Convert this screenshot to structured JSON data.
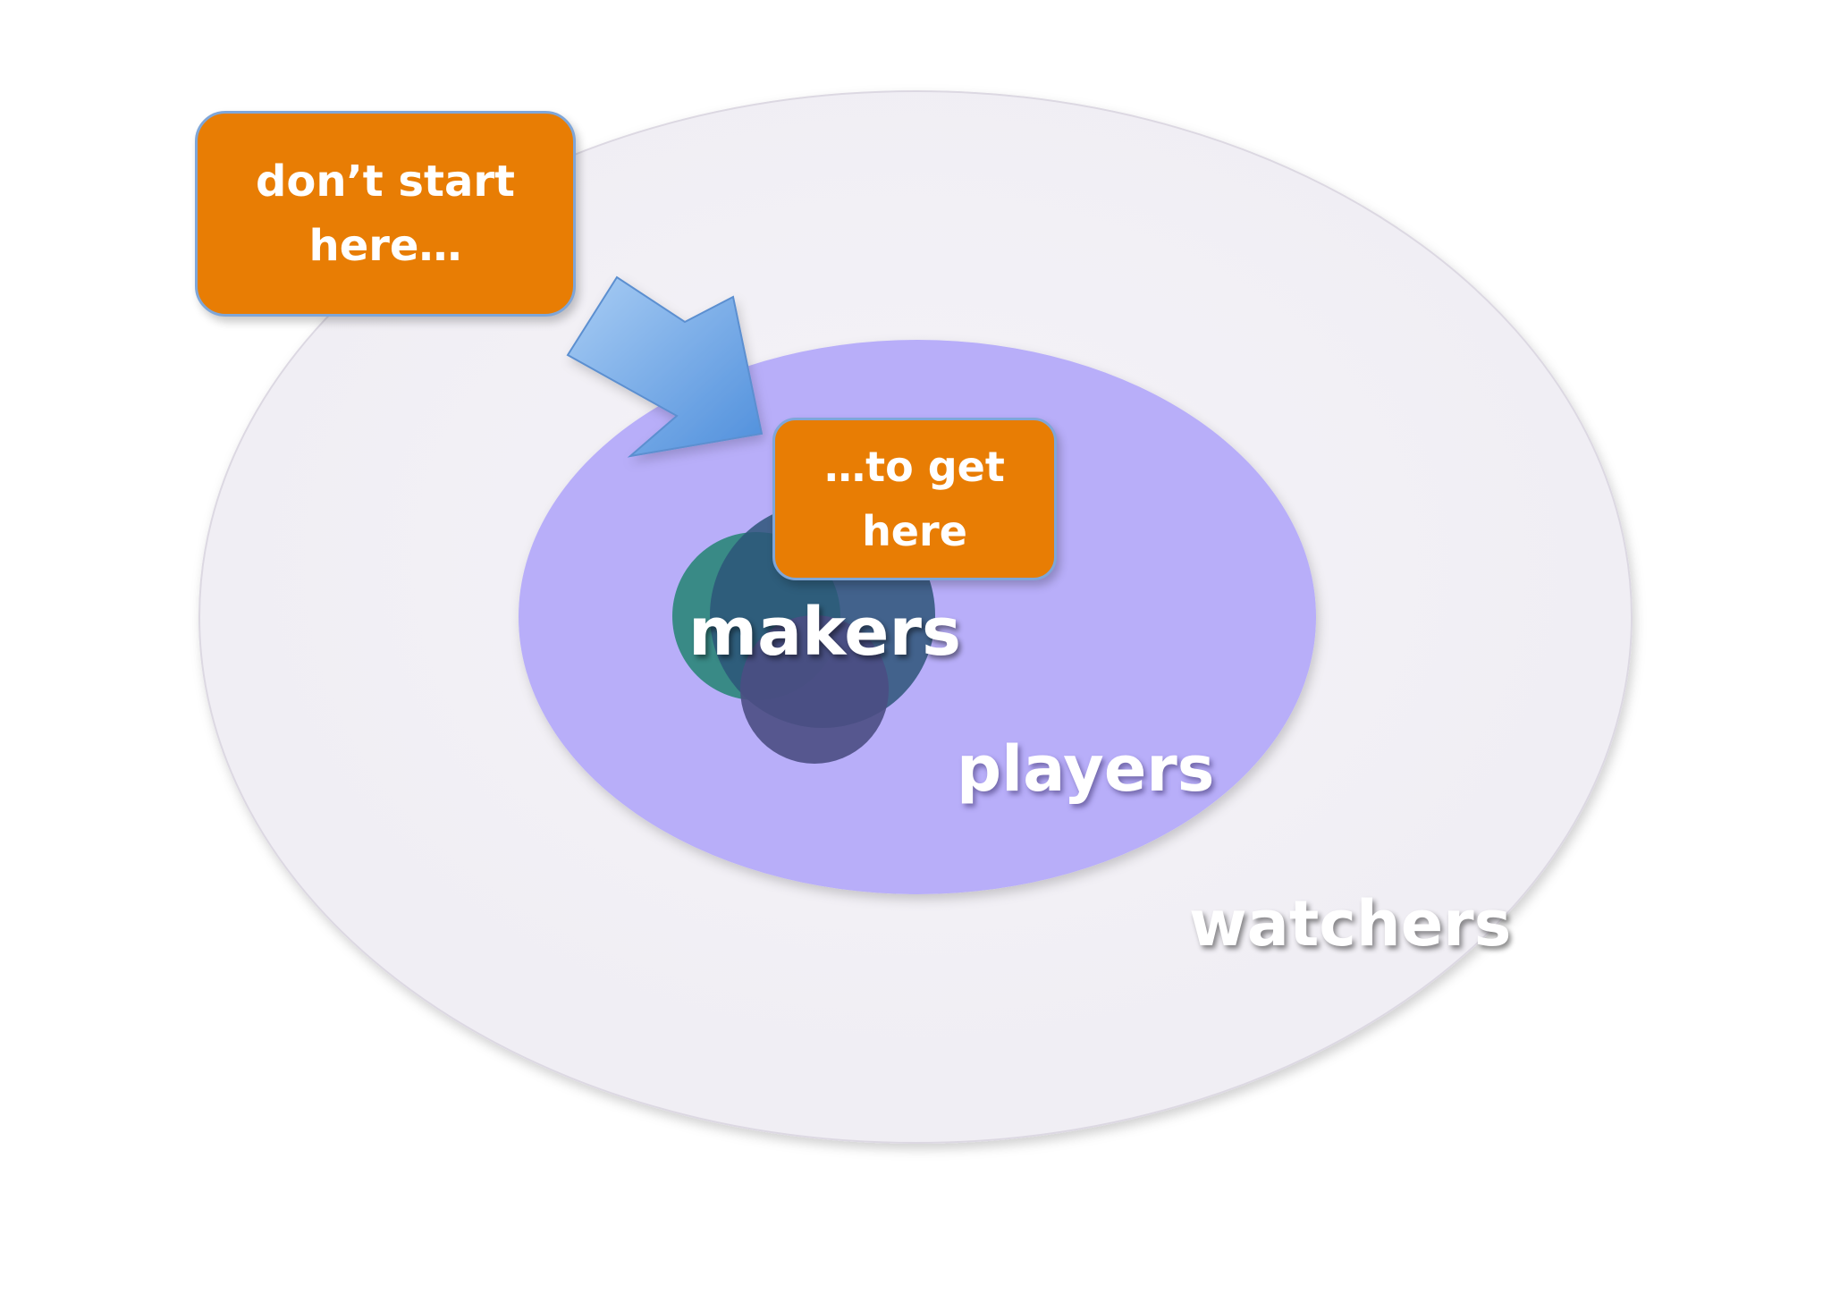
{
  "diagram": {
    "labels": {
      "watchers": "watchers",
      "players": "players",
      "makers": "makers"
    },
    "callouts": {
      "start": {
        "line1": "don’t start",
        "line2": "here…"
      },
      "target": {
        "line1": "…to get",
        "line2": "here"
      }
    },
    "colors": {
      "background": "#ffffff",
      "watchers_ellipse": "#f3f1f7",
      "players_ellipse": "#b8aef9",
      "makers_teal": "#2e877c",
      "makers_blue": "#2d5579",
      "makers_purple": "#4b4e83",
      "callout_fill": "#e87d04",
      "callout_border": "#7fa6d8",
      "arrow": "#6aa4e6"
    }
  }
}
